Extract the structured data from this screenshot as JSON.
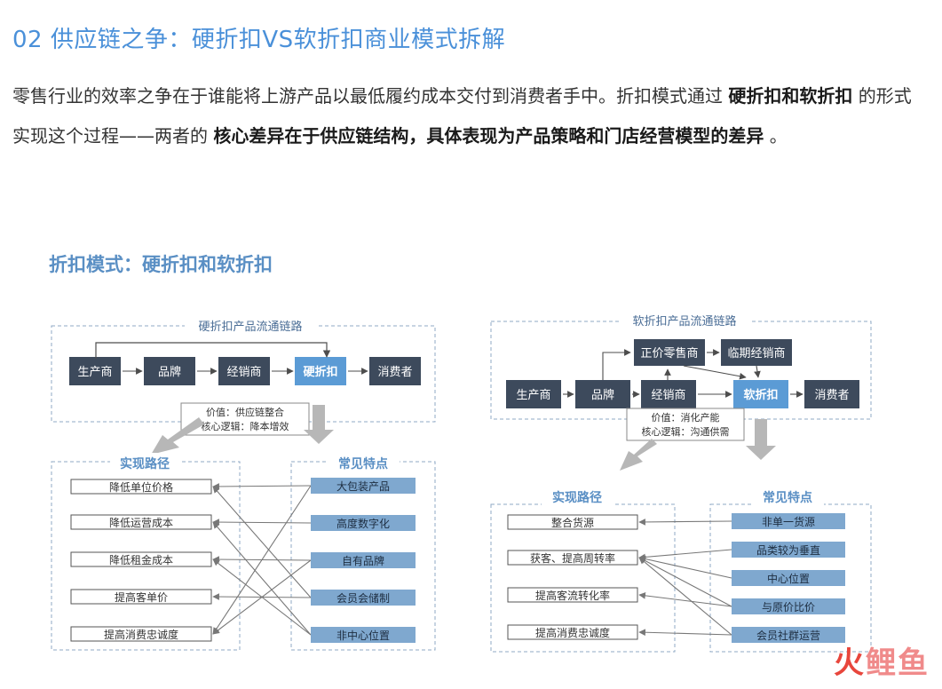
{
  "heading": "02 供应链之争：硬折扣VS软折扣商业模式拆解",
  "paragraph": {
    "t1": "零售行业的效率之争在于谁能将上游产品以最低履约成本交付到消费者手中。折扣模式通过 ",
    "b1": "硬折扣和软折扣",
    "t2": " 的形式实现这个过程——两者的 ",
    "b2": "核心差异在于供应链结构，具体表现为产品策略和门店经营模型的差异",
    "t3": " 。"
  },
  "figure": {
    "title": "折扣模式：硬折扣和软折扣",
    "hard": {
      "chain_title": "硬折扣产品流通链路",
      "chain": [
        "生产商",
        "品牌",
        "经销商",
        "硬折扣",
        "消费者"
      ],
      "value_line": "价值：供应链整合",
      "logic_line": "核心逻辑：降本增效",
      "path_title": "实现路径",
      "feature_title": "常见特点",
      "paths": [
        "降低单位价格",
        "降低运营成本",
        "降低租金成本",
        "提高客单价",
        "提高消费忠诚度"
      ],
      "features": [
        "大包装产品",
        "高度数字化",
        "自有品牌",
        "会员会储制",
        "非中心位置"
      ]
    },
    "soft": {
      "chain_title": "软折扣产品流通链路",
      "chain_top": [
        "正价零售商",
        "临期经销商"
      ],
      "chain": [
        "生产商",
        "品牌",
        "经销商",
        "软折扣",
        "消费者"
      ],
      "value_line": "价值：消化产能",
      "logic_line": "核心逻辑：沟通供需",
      "path_title": "实现路径",
      "feature_title": "常见特点",
      "paths": [
        "整合货源",
        "获客、提高周转率",
        "提高客流转化率",
        "提高消费忠诚度"
      ],
      "features": [
        "非单一货源",
        "品类较为垂直",
        "中心位置",
        "与原价比价",
        "会员社群运营"
      ]
    }
  },
  "watermark": {
    "part1": "火",
    "part2": "鲤鱼"
  },
  "colors": {
    "heading": "#4a90d9",
    "dark_box": "#3d4a5c",
    "accent_box": "#5b9bd5",
    "feature_bar": "#7fa8cf",
    "section_title": "#5a8fc4"
  }
}
